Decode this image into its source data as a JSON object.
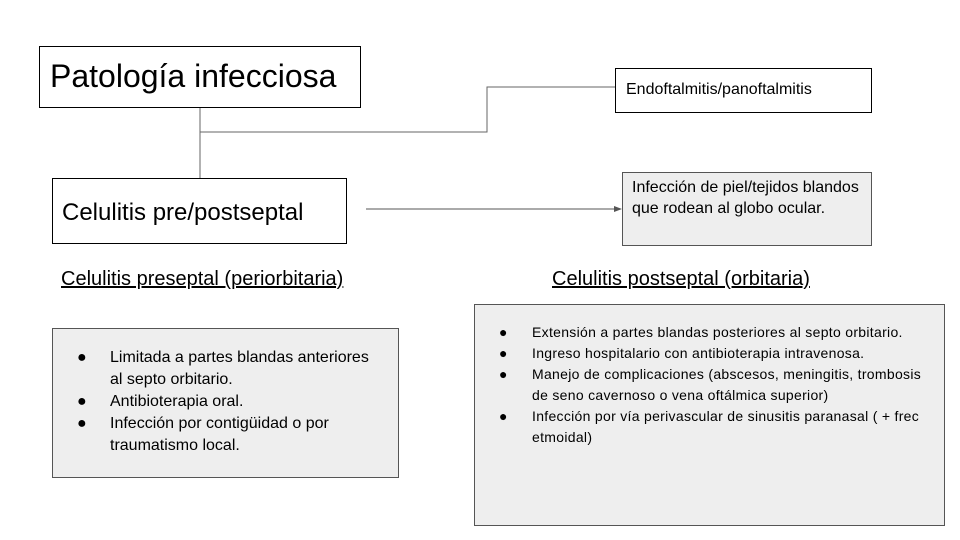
{
  "nodes": {
    "root": "Patología infecciosa",
    "endoftalmitis": "Endoftalmitis/panoftalmitis",
    "celulitis": "Celulitis pre/postseptal",
    "definition": "Infección de piel/tejidos blandos que rodean al globo ocular."
  },
  "preseptal": {
    "heading": "Celulitis preseptal (periorbitaria)",
    "items": [
      "Limitada a partes blandas anteriores al septo orbitario.",
      "Antibioterapia oral.",
      "Infección por contigüidad o por traumatismo local."
    ]
  },
  "postseptal": {
    "heading": "Celulitis postseptal (orbitaria)",
    "items": [
      "Extensión a partes blandas posteriores al septo orbitario.",
      "Ingreso hospitalario con antibioterapia intravenosa.",
      "Manejo de complicaciones (abscesos, meningitis, trombosis de seno cavernoso o vena oftálmica superior)",
      "Infección por vía perivascular de sinusitis paranasal ( + frec etmoidal)"
    ]
  },
  "bullet_glyph": "●"
}
